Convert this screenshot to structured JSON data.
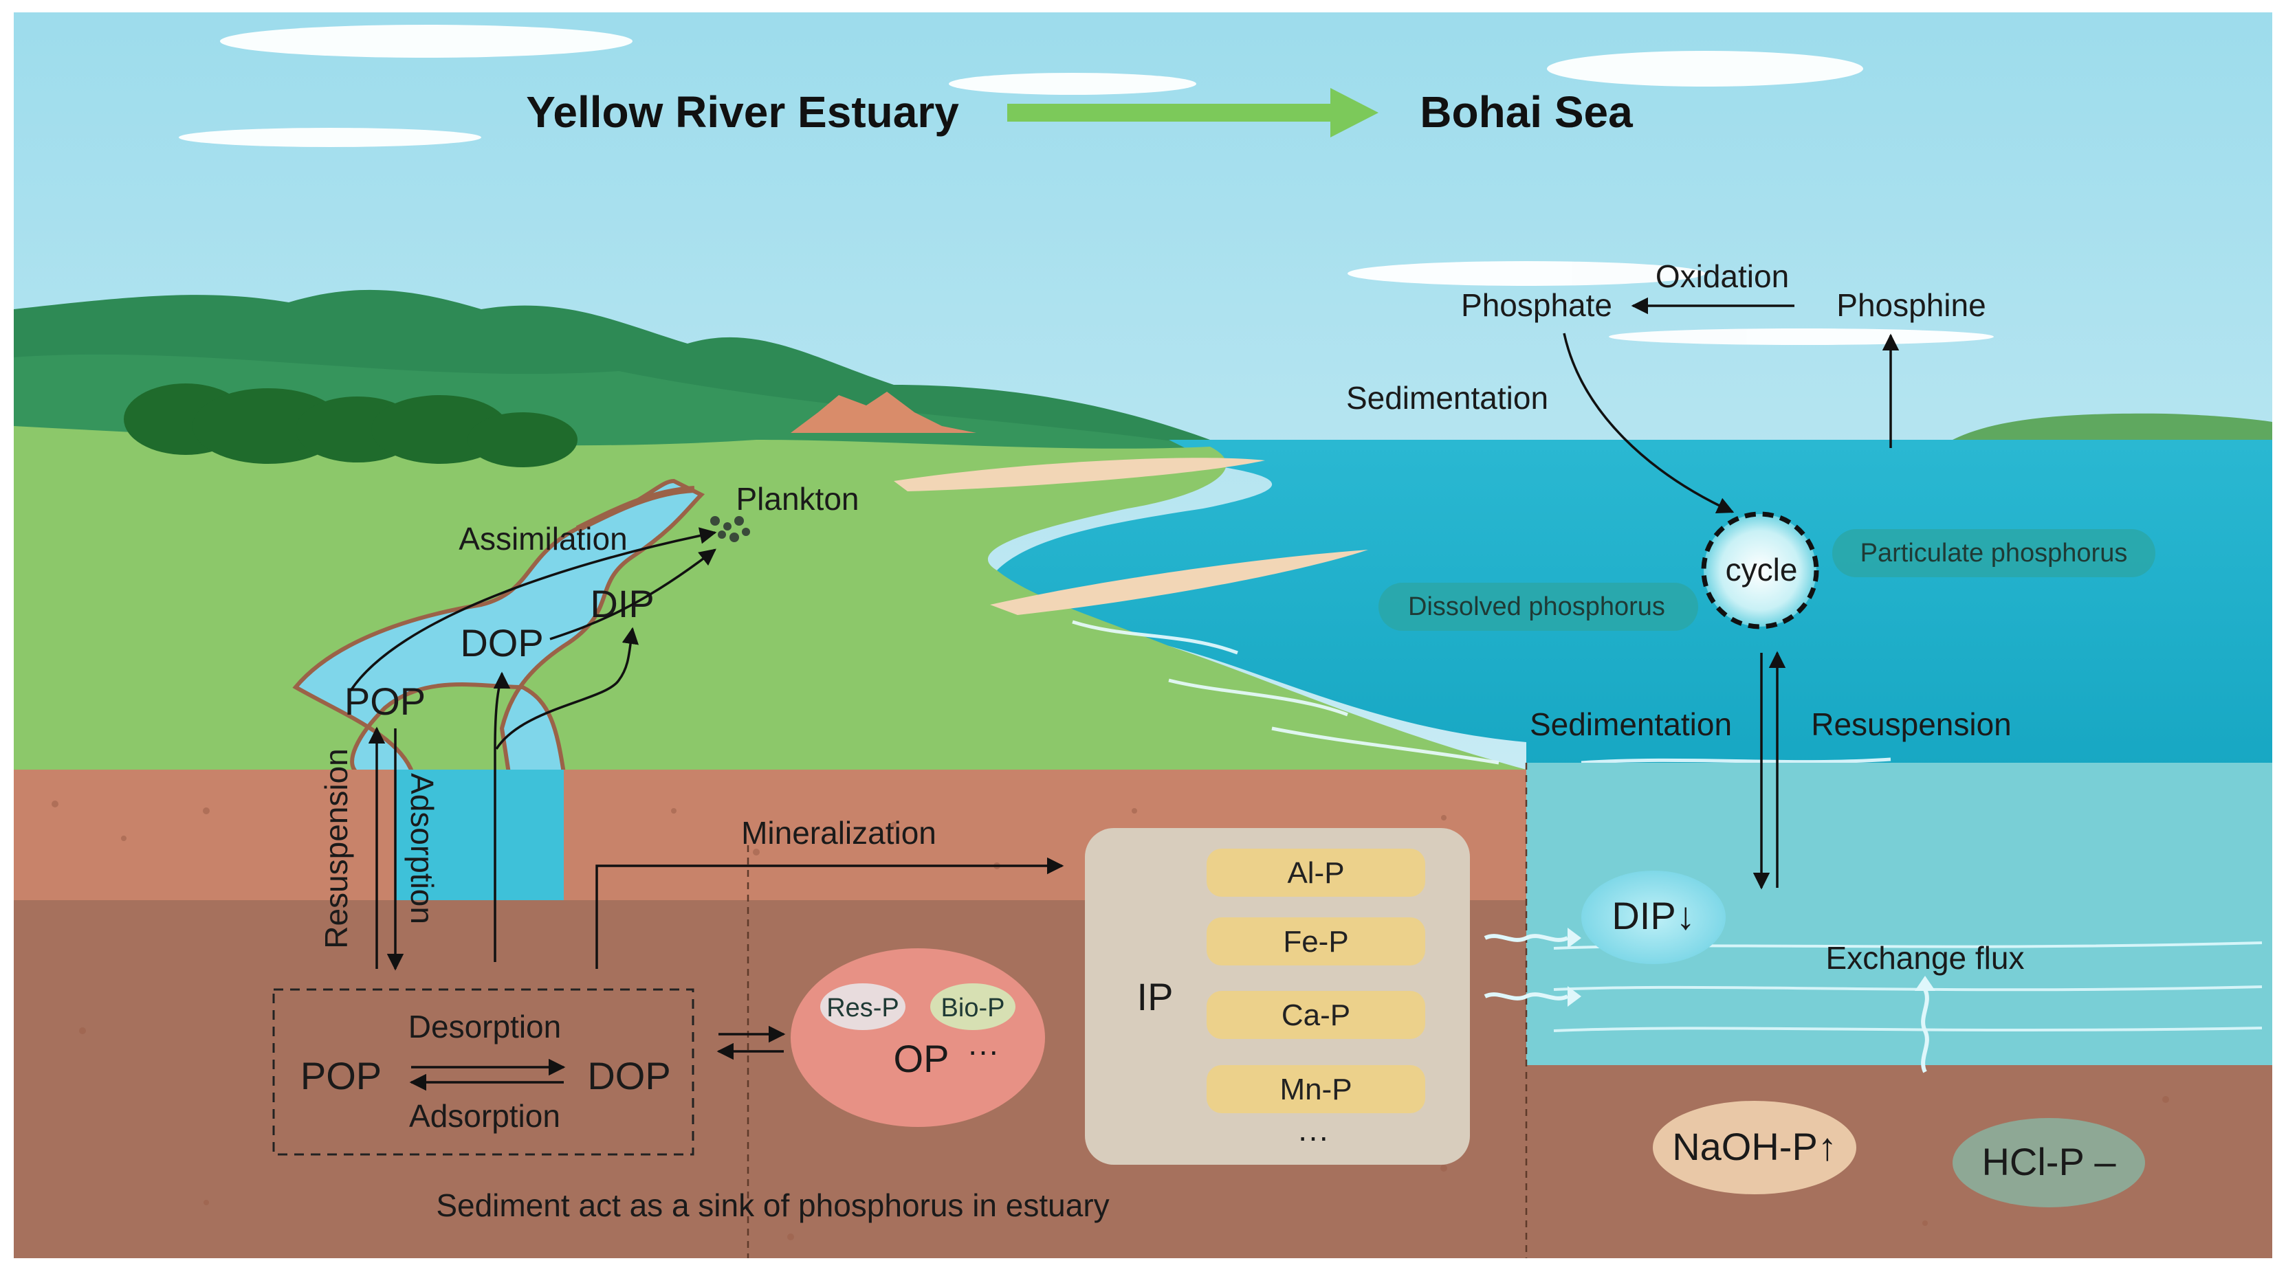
{
  "header": {
    "left_title": "Yellow River Estuary",
    "right_title": "Bohai Sea"
  },
  "colors": {
    "sky_top": "#a4e0ee",
    "sky_bottom": "#dcf3f8",
    "hills": "#2e8a55",
    "grass": "#8cc86a",
    "river": "#7fd6ea",
    "sea": "#1fb6cf",
    "soil": "#c8836a",
    "sediment": "#a6715d",
    "ip_box": "#d8cdbd",
    "ip_chip": "#ecd18b",
    "op_ellipse": "#e79185",
    "arrow_green": "#7cc95a"
  },
  "river_labels": {
    "plankton": "Plankton",
    "assimilation": "Assimilation",
    "dip": "DIP",
    "dop": "DOP",
    "pop": "POP",
    "resuspension": "Resuspension",
    "adsorption": "Adsorption"
  },
  "sediment_box": {
    "desorption": "Desorption",
    "adsorption": "Adsorption",
    "pop": "POP",
    "dop": "DOP"
  },
  "mineralization": "Mineralization",
  "op": {
    "label": "OP",
    "ellipsis": "···",
    "res_p": "Res-P",
    "bio_p": "Bio-P"
  },
  "ip": {
    "label": "IP",
    "items": [
      "Al-P",
      "Fe-P",
      "Ca-P",
      "Mn-P"
    ],
    "ellipsis": "···"
  },
  "sink_caption": "Sediment act as a sink of phosphorus in estuary",
  "sea_labels": {
    "oxidation": "Oxidation",
    "phosphate": "Phosphate",
    "phosphine": "Phosphine",
    "sedimentation_top": "Sedimentation",
    "cycle": "cycle",
    "particulate": "Particulate phosphorus",
    "dissolved": "Dissolved phosphorus",
    "sedimentation": "Sedimentation",
    "resuspension": "Resuspension",
    "dip": "DIP↓",
    "exchange_flux": "Exchange flux",
    "naoh_p": "NaOH-P↑",
    "hcl_p": "HCl-P –"
  }
}
